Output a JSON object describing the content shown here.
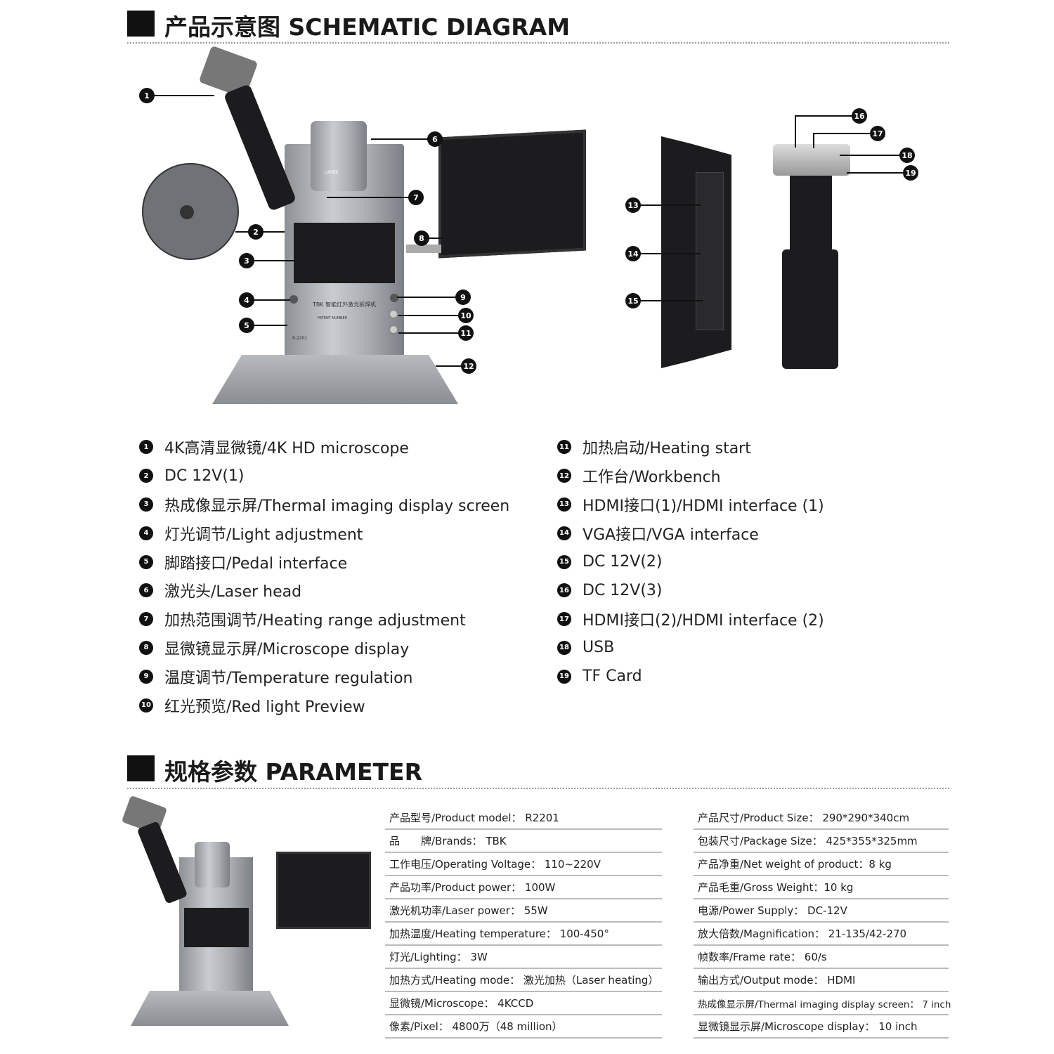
{
  "sections": {
    "schematic_title": "产品示意图  SCHEMATIC DIAGRAM",
    "parameter_title": "规格参数  PARAMETER"
  },
  "device": {
    "brand": "TBK",
    "name_cn": "智能红外激光拆焊机",
    "laser_label": "LASER",
    "model_mark": "R-2201",
    "patent_label": "PATENT NUMBER"
  },
  "callouts": [
    "1",
    "2",
    "3",
    "4",
    "5",
    "6",
    "7",
    "8",
    "9",
    "10",
    "11",
    "12",
    "13",
    "14",
    "15",
    "16",
    "17",
    "18",
    "19"
  ],
  "legend": {
    "left": [
      {
        "n": "1",
        "text": "4K高清显微镜/4K HD microscope"
      },
      {
        "n": "2",
        "text": "DC 12V(1)"
      },
      {
        "n": "3",
        "text": "热成像显示屏/Thermal imaging display screen"
      },
      {
        "n": "4",
        "text": "灯光调节/Light adjustment"
      },
      {
        "n": "5",
        "text": "脚踏接口/Pedal interface"
      },
      {
        "n": "6",
        "text": "激光头/Laser head"
      },
      {
        "n": "7",
        "text": "加热范围调节/Heating range adjustment"
      },
      {
        "n": "8",
        "text": "显微镜显示屏/Microscope display"
      },
      {
        "n": "9",
        "text": "温度调节/Temperature regulation"
      },
      {
        "n": "10",
        "text": "红光预览/Red light Preview"
      }
    ],
    "right": [
      {
        "n": "11",
        "text": "加热启动/Heating start"
      },
      {
        "n": "12",
        "text": "工作台/Workbench"
      },
      {
        "n": "13",
        "text": "HDMI接口(1)/HDMI interface (1)"
      },
      {
        "n": "14",
        "text": "VGA接口/VGA interface"
      },
      {
        "n": "15",
        "text": "DC 12V(2)"
      },
      {
        "n": "16",
        "text": "DC 12V(3)"
      },
      {
        "n": "17",
        "text": "HDMI接口(2)/HDMI interface (2)"
      },
      {
        "n": "18",
        "text": "USB"
      },
      {
        "n": "19",
        "text": "TF Card"
      }
    ]
  },
  "parameters": {
    "left": [
      "产品型号/Product model： R2201",
      "品　　牌/Brands： TBK",
      "工作电压/Operating Voltage： 110~220V",
      "产品功率/Product power： 100W",
      "激光机功率/Laser power： 55W",
      "加热温度/Heating temperature： 100-450°",
      "灯光/Lighting： 3W",
      "加热方式/Heating mode： 激光加热（Laser heating）",
      "显微镜/Microscope： 4KCCD",
      "像素/Pixel： 4800万（48 million）"
    ],
    "right": [
      "产品尺寸/Product Size： 290*290*340cm",
      "包装尺寸/Package Size： 425*355*325mm",
      "产品净重/Net weight of product：8 kg",
      "产品毛重/Gross Weight：10 kg",
      "电源/Power Supply： DC-12V",
      "放大倍数/Magnification： 21-135/42-270",
      "帧数率/Frame rate： 60/s",
      "输出方式/Output mode： HDMI",
      "热成像显示屏/Thermal imaging display screen： 7 inch",
      "显微镜显示屏/Microscope display： 10 inch"
    ]
  }
}
